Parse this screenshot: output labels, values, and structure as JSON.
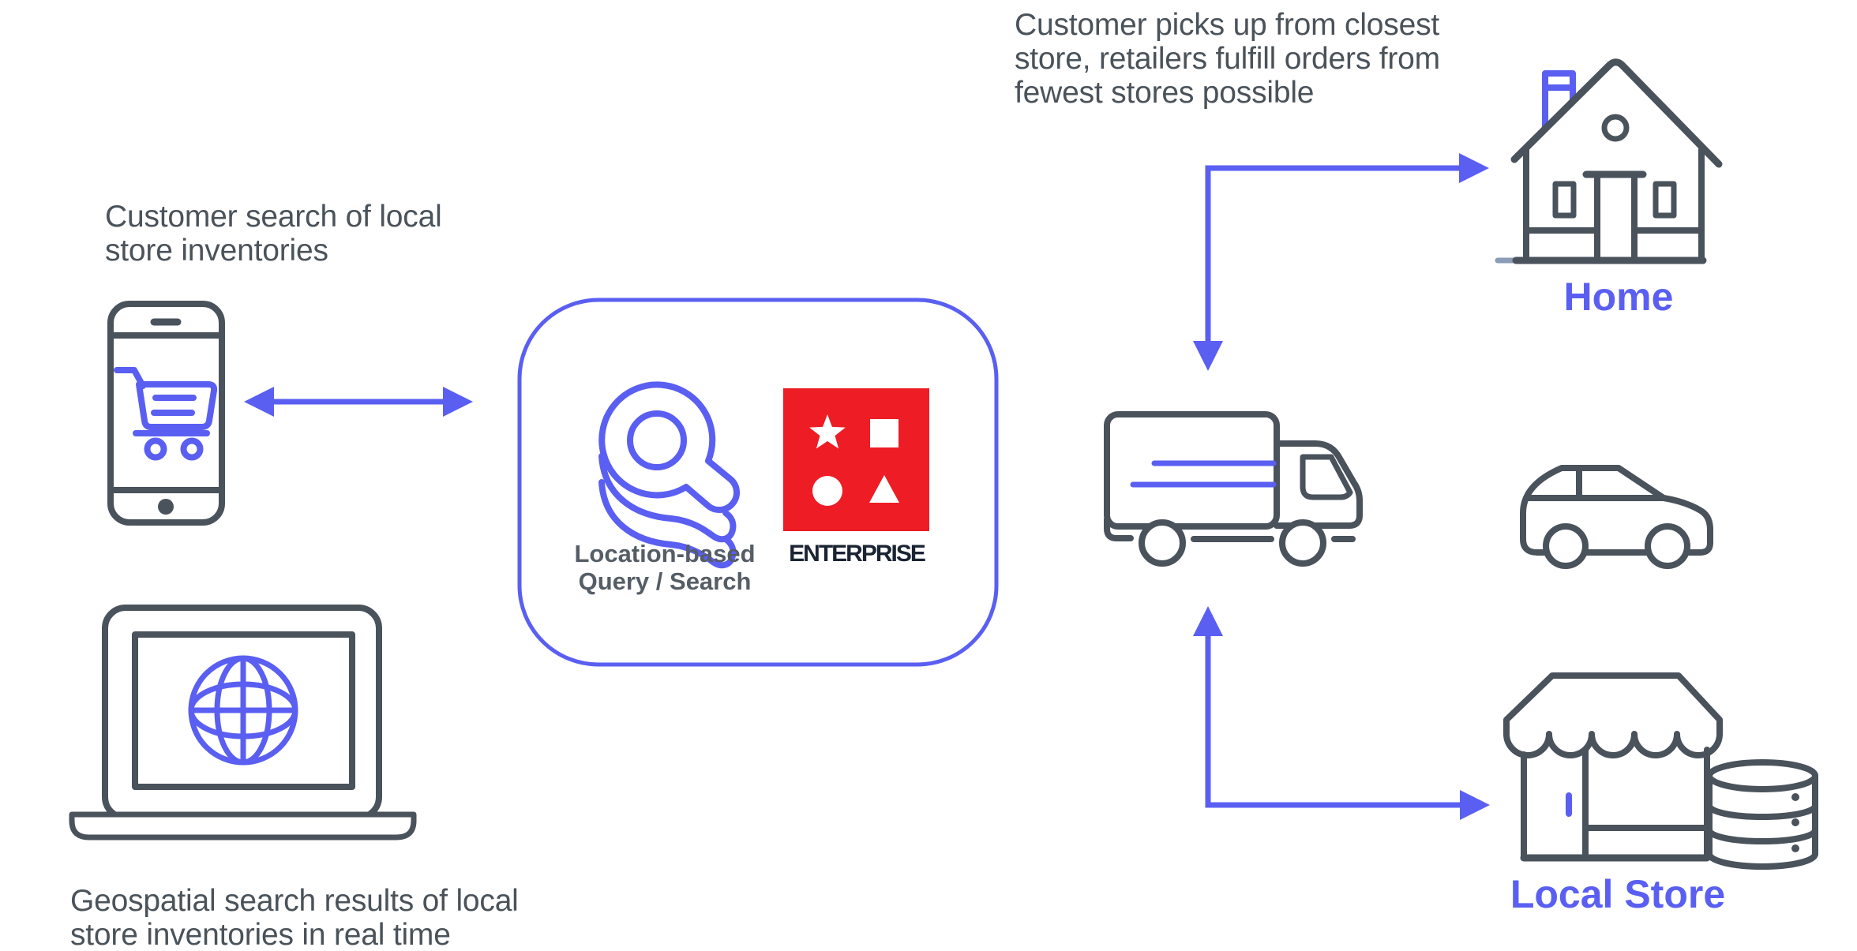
{
  "colors": {
    "accent_blue": "#5A5FF2",
    "icon_gray": "#4A525C",
    "text_gray": "#4A525A",
    "logo_red": "#EE1C25",
    "logo_navy": "#1B2433",
    "baseline_tick": "#8B9CB6"
  },
  "notes": {
    "search": [
      "Customer search of local",
      "store inventories"
    ],
    "geospatial": [
      "Geospatial search results of local",
      "store inventories in real time"
    ],
    "pickup": [
      "Customer picks up from closest",
      "store, retailers fulfill orders from",
      "fewest stores possible"
    ]
  },
  "center_box": {
    "icon_label": [
      "Location-based",
      "Query / Search"
    ],
    "logo_text": "ENTERPRISE"
  },
  "labels": {
    "home": "Home",
    "local_store": "Local Store"
  },
  "icons": [
    "smartphone-cart-icon",
    "laptop-globe-icon",
    "location-search-icon",
    "enterprise-logo",
    "double-arrow",
    "elbow-arrow-to-home-and-truck",
    "elbow-arrow-from-store-to-truck",
    "delivery-truck-icon",
    "house-icon",
    "car-icon",
    "store-icon",
    "database-icon"
  ]
}
